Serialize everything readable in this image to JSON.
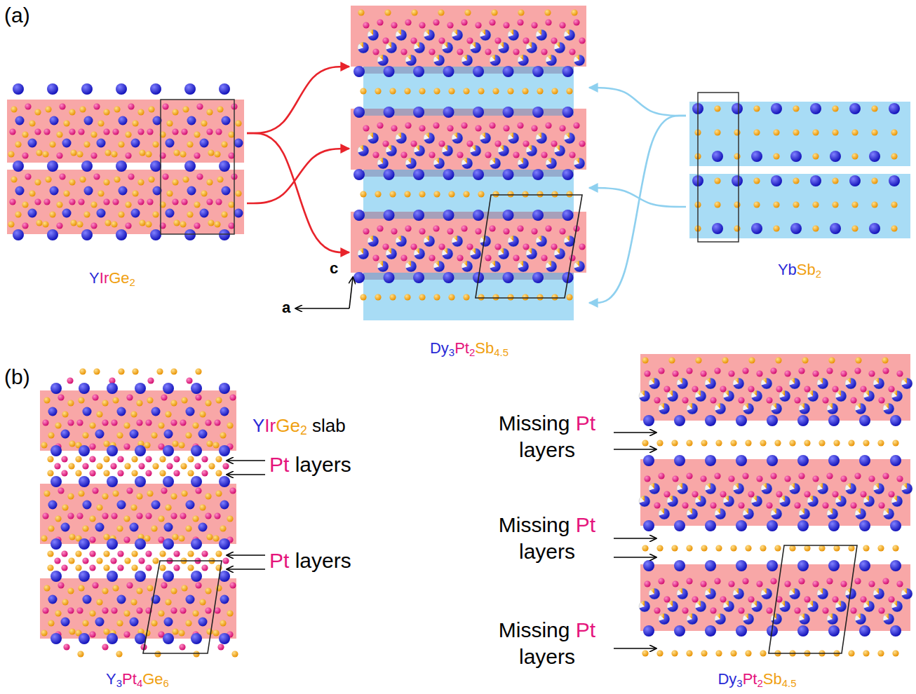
{
  "diagram": {
    "nodes": [
      {
        "text": [
          "YIrGe2"
        ]
      },
      {
        "text": [
          "Dy3Pt2Sb4.5"
        ]
      },
      {
        "text": [
          "YbSb2"
        ]
      },
      {
        "text": [
          "Y3Pt4Ge6"
        ]
      },
      {
        "text": [
          "Dy3Pt2Sb4.5"
        ]
      }
    ],
    "edges": [
      {
        "from": 0,
        "to": 1,
        "arrow": "to"
      },
      {
        "from": 0,
        "to": 1,
        "arrow": "to"
      },
      {
        "from": 0,
        "to": 1,
        "arrow": "to"
      },
      {
        "from": 2,
        "to": 1,
        "arrow": "to"
      },
      {
        "from": 2,
        "to": 1,
        "arrow": "to"
      },
      {
        "from": 2,
        "to": 1,
        "arrow": "to"
      }
    ],
    "labels": [
      "(a)",
      "c",
      "a",
      "(b)",
      "YIrGe2 slab",
      "Pt layers",
      "Pt layers",
      "Missing Pt layers",
      "Missing Pt layers",
      "Missing Pt layers"
    ]
  }
}
